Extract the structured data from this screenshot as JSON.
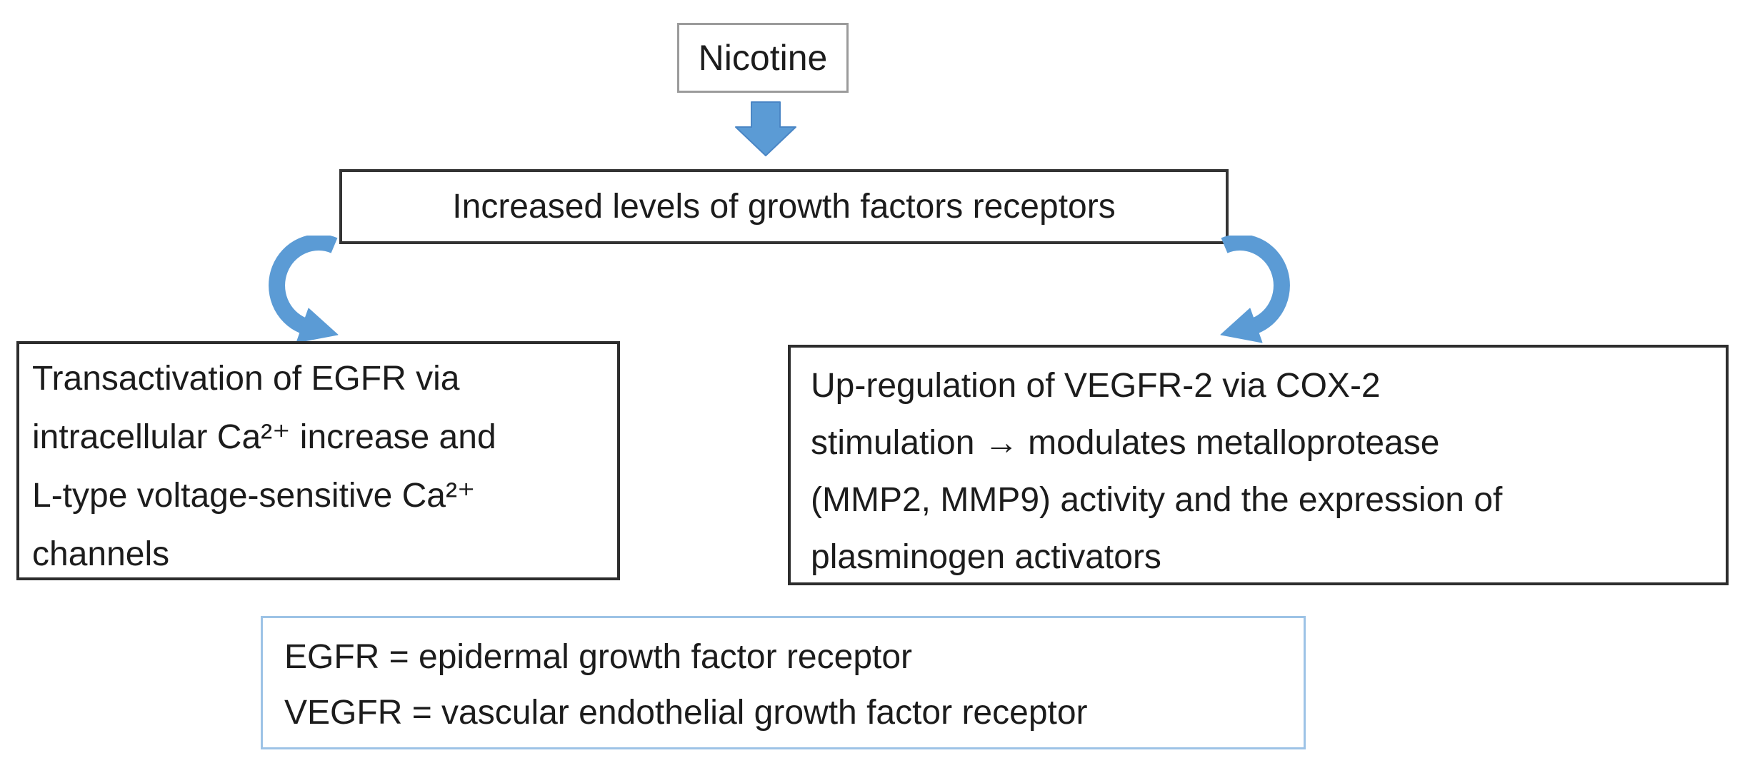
{
  "nodes": {
    "nicotine": {
      "label": "Nicotine"
    },
    "receptors": {
      "label": "Increased levels of growth factors receptors"
    },
    "egfr_box": {
      "lines": [
        "Transactivation of EGFR via",
        "intracellular Ca²⁺ increase and",
        "L-type voltage-sensitive Ca²⁺",
        "channels"
      ]
    },
    "vegfr_box": {
      "lines": [
        "Up-regulation of VEGFR-2 via COX-2",
        "stimulation → modulates metalloprotease",
        "(MMP2, MMP9) activity and the expression of",
        "plasminogen activators"
      ]
    },
    "legend_box": {
      "lines": [
        "EGFR = epidermal growth factor receptor",
        "VEGFR = vascular endothelial growth factor receptor"
      ]
    }
  },
  "icons": {
    "down_arrow": "down-arrow-icon",
    "curve_left": "curved-arrow-left-icon",
    "curve_right": "curved-arrow-right-icon"
  },
  "colors": {
    "arrow_fill": "#5b9bd5",
    "arrow_edge": "#4a86c5",
    "dark_border": "#2d2d2d",
    "nicotine_border": "#9b9b9b",
    "legend_border": "#9dc3e6",
    "text": "#1c1c1c",
    "background": "#ffffff"
  }
}
